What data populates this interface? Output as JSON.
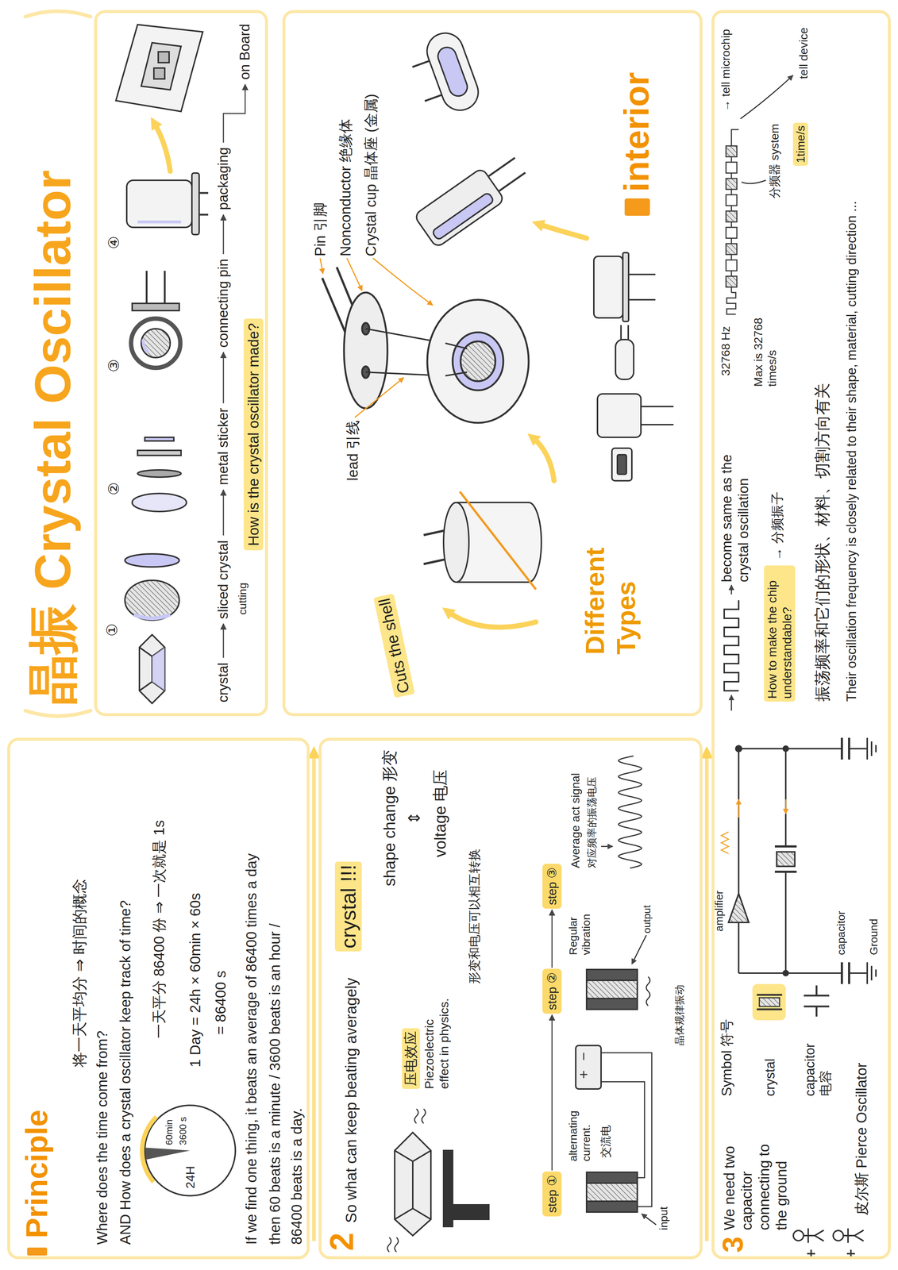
{
  "diagram": {
    "title": "晶振 Crystal Oscillator",
    "nodes": [
      {
        "text": [
          "Principle"
        ]
      },
      {
        "text": [
          "2"
        ]
      },
      {
        "text": [
          "step ①"
        ],
        "in": 1
      },
      {
        "text": [
          "step ②"
        ],
        "in": 1
      },
      {
        "text": [
          "step ③"
        ],
        "in": 1
      },
      {
        "text": [
          "3"
        ]
      },
      {
        "text": [
          "How is the crystal oscillator made?"
        ]
      },
      {
        "text": [
          "crystal"
        ],
        "in": 6
      },
      {
        "text": [
          "sliced crystal"
        ],
        "in": 6
      },
      {
        "text": [
          "metal sticker"
        ],
        "in": 6
      },
      {
        "text": [
          "connecting pin"
        ],
        "in": 6
      },
      {
        "text": [
          "packaging"
        ],
        "in": 6
      },
      {
        "text": [
          "on Board"
        ],
        "in": 6
      },
      {
        "text": [
          "interior"
        ]
      }
    ],
    "edges": [
      {
        "from": 2,
        "to": 3,
        "arrow": "to"
      },
      {
        "from": 3,
        "to": 4,
        "arrow": "to"
      },
      {
        "from": 7,
        "to": 8,
        "arrow": "to"
      },
      {
        "from": 8,
        "to": 9,
        "arrow": "to"
      },
      {
        "from": 9,
        "to": 10,
        "arrow": "to"
      },
      {
        "from": 10,
        "to": 11,
        "arrow": "to"
      },
      {
        "from": 11,
        "to": 12,
        "arrow": "to"
      }
    ],
    "labels": [
      "将一天平均分 ⇒ 时间的概念",
      "Where does the time come from?",
      "AND How does a crystal oscillator keep track of time?",
      "一天平分 86400 份 ⇒ 一次就是 1s",
      "60min",
      "3600 s",
      "24H",
      "1 Day = 24h × 60min × 60s",
      "= 86400 s",
      "If we find one thing, it beats an average of 86400 times a day",
      "then 60 beats is a minute / 3600 beats is an hour /",
      "86400 beats is a day.",
      "So what can keep beating averagely",
      "crystal !!!",
      "压电效应",
      "Piezoelectric effect in physics.",
      "shape change 形变",
      "⇕",
      "voltage 电压",
      "形变和电压可以相互转换",
      "alternating current.",
      "交流电",
      "input",
      "Regular vibration",
      "晶体规律振动",
      "output",
      "Average act signal",
      "对应频率的振荡电压",
      "We need two capacitor connecting to the ground",
      "皮尔斯 Pierce Oscillator",
      "Symbol 符号",
      "crystal",
      "capacitor 电容",
      "amplifier",
      "capacitor",
      "Ground",
      "become same as the crystal oscillation",
      "How to make the chip understandable?",
      "→ 分频振子",
      "32768 Hz",
      "Max is 32768 times/s",
      "分频器 system",
      "1time/s",
      "→ tell microchip",
      "tell device",
      "振荡频率和它们的形状、材料、切割方向有关",
      "Their oscillation frequency is closely related to their shape, material, cutting direction ...",
      "①",
      "②",
      "③",
      "④",
      "cutting",
      "Pin 引脚",
      "Nonconductor 绝缘体",
      "Crystal cup 晶体座 (金属)",
      "lead 引线",
      "Cuts the shell",
      "Different Types"
    ]
  }
}
